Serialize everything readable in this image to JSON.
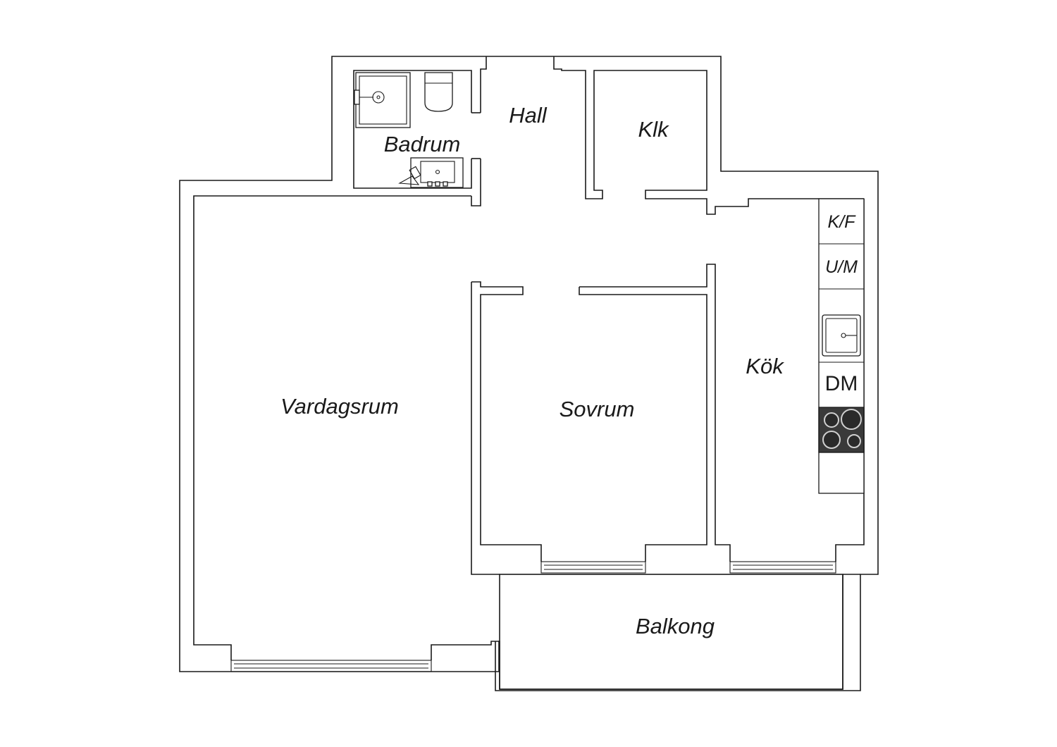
{
  "rooms": {
    "hall": "Hall",
    "badrum": "Badrum",
    "klk": "Klk",
    "vardagsrum": "Vardagsrum",
    "sovrum": "Sovrum",
    "kok": "Kök",
    "balkong": "Balkong"
  },
  "appliances": {
    "fridge_freezer": "K/F",
    "oven_microwave": "U/M",
    "dishwasher": "DM"
  },
  "icons": [
    "shower-icon",
    "toilet-icon",
    "washbasin-icon",
    "kitchen-sink-icon",
    "stove-icon",
    "window-icon"
  ],
  "colors": {
    "line": "#1a1a1a",
    "background": "#ffffff",
    "stove": "#3a3a3a"
  }
}
